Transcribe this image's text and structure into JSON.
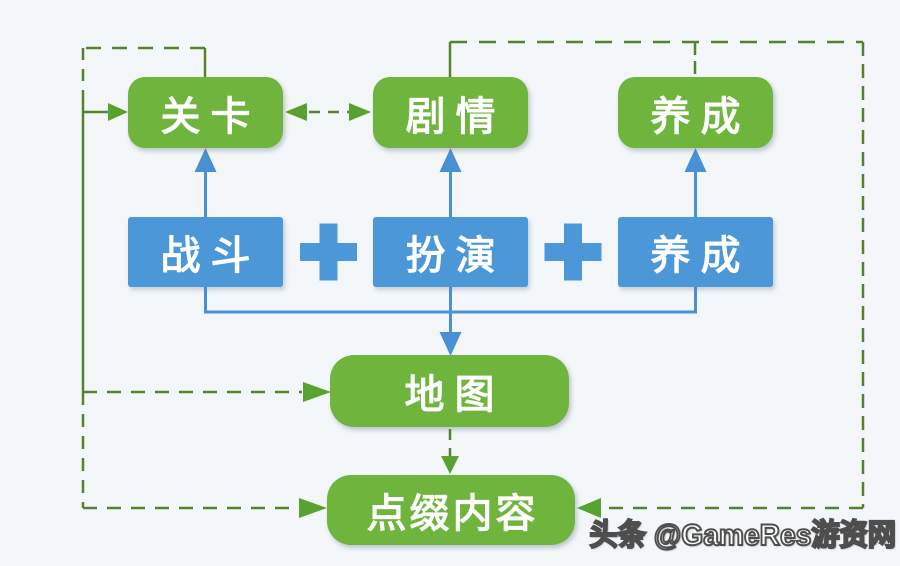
{
  "theme": {
    "background": "#f3f7f9",
    "green_box": "#6fb43d",
    "blue_box": "#4b97d7",
    "green_line": "#55822e",
    "green_arrow": "#58a32f",
    "blue_line": "#4a90d4",
    "watermark_fill": "#ffffff",
    "watermark_outline": "#4e4e4e"
  },
  "diagram": {
    "top_row": [
      {
        "id": "level",
        "label": "关卡"
      },
      {
        "id": "story",
        "label": "剧情"
      },
      {
        "id": "growth",
        "label": "养成"
      }
    ],
    "middle_row": [
      {
        "id": "combat",
        "label": "战斗"
      },
      {
        "id": "roleplay",
        "label": "扮演"
      },
      {
        "id": "growth2",
        "label": "养成"
      }
    ],
    "map": {
      "label": "地图"
    },
    "decoration": {
      "label": "点缀内容"
    },
    "icons": {
      "plus": "+"
    }
  },
  "watermark": {
    "text": "头条 @GameRes游资网"
  }
}
